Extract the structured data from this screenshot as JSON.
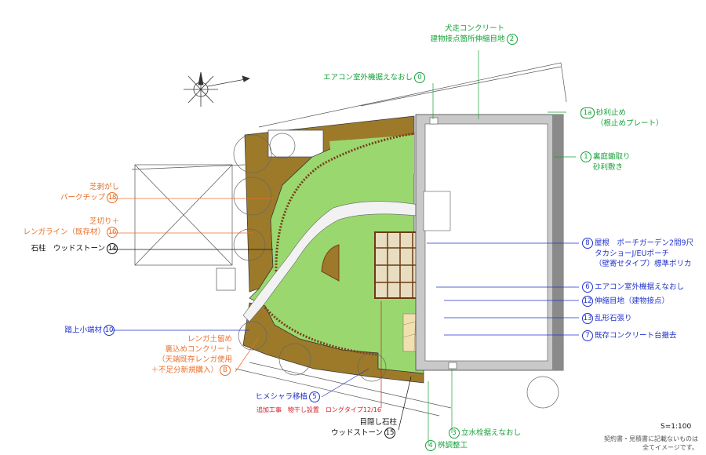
{
  "scale": "S=1:100",
  "notice_lines": [
    "契約書・見積書に記載ないものは",
    "全てイメージです。"
  ],
  "colors": {
    "green": "#17a33a",
    "blue": "#2233cc",
    "orange": "#e8702a",
    "black": "#111111",
    "red": "#d0202a",
    "lawn": "#9ad86f",
    "soil": "#9c7a2a",
    "building": "#c9c9c9"
  },
  "labels": {
    "l2": {
      "num": "2",
      "lines": [
        "犬走コンクリート",
        "建物接点箇所伸縮目地"
      ]
    },
    "l0": {
      "num": "0",
      "text": "エアコン室外機据えなおし"
    },
    "l1a": {
      "num": "1a",
      "lines": [
        "砂利止め",
        "（根止めプレート）"
      ]
    },
    "l1": {
      "num": "1",
      "lines": [
        "裏庭鋤取り",
        "砂利敷き"
      ]
    },
    "l18": {
      "num": "18",
      "lines": [
        "芝剥がし",
        "バークチップ"
      ]
    },
    "l16": {
      "num": "16",
      "lines": [
        "芝切り＋",
        "レンガライン（既存材）"
      ]
    },
    "l14": {
      "num": "14",
      "text": "石柱　ウッドストーン"
    },
    "l8": {
      "num": "8",
      "lines": [
        "屋根　ポーチガーデン2間9尺",
        "タカショーJ/EUポーチ",
        "（壁寄せタイプ）標準ポリカ"
      ]
    },
    "l6": {
      "num": "6",
      "text": "エアコン室外機据えなおし"
    },
    "l12": {
      "num": "12",
      "text": "伸縮目地（建物接点）"
    },
    "l13": {
      "num": "13",
      "text": "乱形石張り"
    },
    "l7": {
      "num": "7",
      "text": "既存コンクリート台撤去"
    },
    "l10": {
      "num": "10",
      "text": "踏上小端材"
    },
    "lB": {
      "num": "B",
      "lines": [
        "レンガ土留め",
        "裏込めコンクリート",
        "（天端既存レンガ使用",
        "＋不足分新規購入）"
      ]
    },
    "l5": {
      "num": "5",
      "text": "ヒメシャラ移植"
    },
    "lred": {
      "text": "追加工事　物干し設置　ロングタイプ12/16"
    },
    "l15": {
      "num": "15",
      "lines": [
        "目隠し石柱",
        "ウッドストーン"
      ]
    },
    "l3": {
      "num": "3",
      "text": "立水栓据えなおし"
    },
    "l4": {
      "num": "4",
      "text": "桝調整工"
    }
  }
}
